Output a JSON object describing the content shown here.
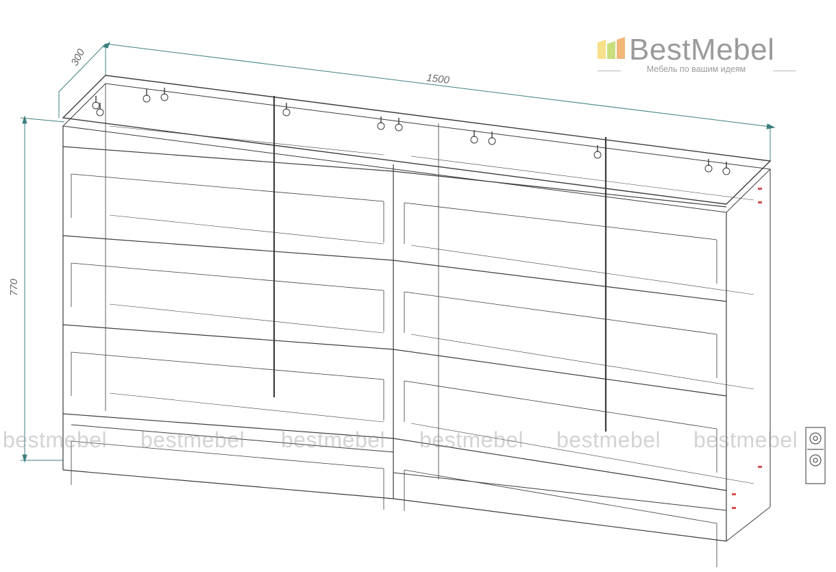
{
  "brand": {
    "name": "BestMebel",
    "tagline": "Мебель по вашим идеям",
    "colors": {
      "bar1": "#f6e08a",
      "bar2": "#c9df7e",
      "bar3": "#f3b77a",
      "text": "#9a9a9a"
    }
  },
  "dimensions": {
    "width": "1500",
    "depth": "300",
    "height": "770",
    "line_color": "#3d7f7f"
  },
  "watermarks": [
    "bestmebel",
    "bestmebel",
    "bestmebel",
    "bestmebel",
    "bestmebel"
  ],
  "drawing": {
    "subject": "chest of drawers wireframe",
    "stroke": "#3a3a3a",
    "accent_marks": "#d84a4a"
  }
}
